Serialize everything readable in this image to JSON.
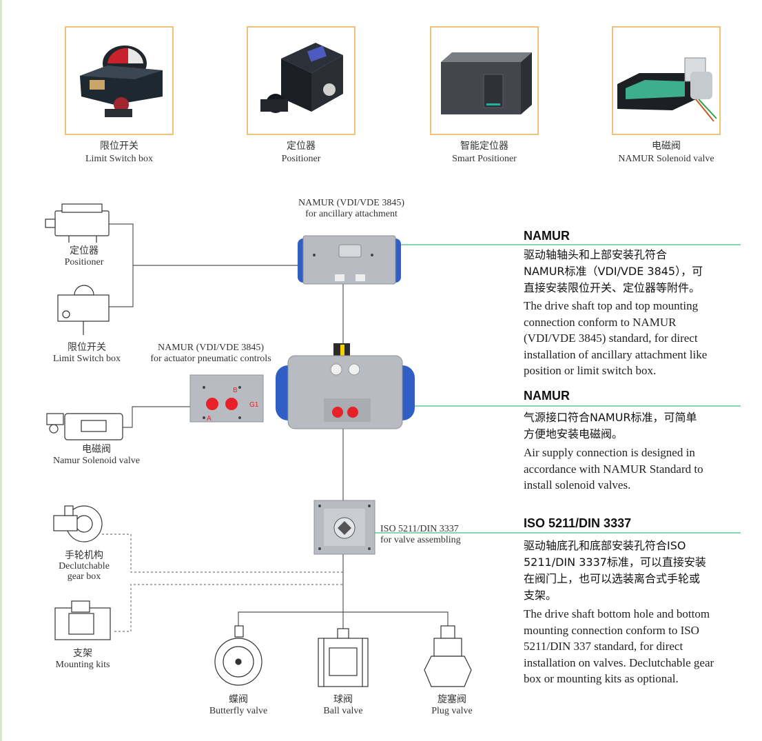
{
  "products": [
    {
      "cn": "限位开关",
      "en": "Limit Switch box",
      "icon": "limit-switch-box-photo"
    },
    {
      "cn": "定位器",
      "en": "Positioner",
      "icon": "positioner-photo"
    },
    {
      "cn": "智能定位器",
      "en": "Smart Positioner",
      "icon": "smart-positioner-photo"
    },
    {
      "cn": "电磁阀",
      "en": "NAMUR Solenoid valve",
      "icon": "solenoid-valve-photo"
    }
  ],
  "diagram": {
    "top_namur": {
      "line1": "NAMUR (VDI/VDE 3845)",
      "line2": "for ancillary attachment"
    },
    "mid_namur": {
      "line1": "NAMUR (VDI/VDE 3845)",
      "line2": "for actuator pneumatic controls"
    },
    "iso": {
      "line1": "ISO 5211/DIN 3337",
      "line2": "for valve assembling"
    },
    "positioner": {
      "cn": "定位器",
      "en": "Positioner"
    },
    "limit_switch": {
      "cn": "限位开关",
      "en": "Limit Switch box"
    },
    "solenoid": {
      "cn": "电磁阀",
      "en": "Namur Solenoid valve"
    },
    "gearbox": {
      "cn": "手轮机构",
      "en1": "Declutchable",
      "en2": "gear box"
    },
    "mounting": {
      "cn": "支架",
      "en": "Mounting kits"
    },
    "butterfly": {
      "cn": "蝶阀",
      "en": "Butterfly valve"
    },
    "ball": {
      "cn": "球阀",
      "en": "Ball valve"
    },
    "plug": {
      "cn": "旋塞阀",
      "en": "Plug valve"
    },
    "port_labels": {
      "b": "B",
      "g1": "G1",
      "a": "A"
    }
  },
  "sections": [
    {
      "title": "NAMUR",
      "cn": [
        "驱动轴轴头和上部安装孔符合",
        "NAMUR标准（VDI/VDE 3845），可",
        "直接安装限位开关、定位器等附件。"
      ],
      "en": [
        "The drive shaft top and top mounting",
        "connection conform to NAMUR",
        "(VDI/VDE 3845) standard, for direct",
        "installation of ancillary attachment like",
        "position or limit switch box."
      ]
    },
    {
      "title": "NAMUR",
      "cn": [
        "气源接口符合NAMUR标准，可简单",
        "方便地安装电磁阀。"
      ],
      "en": [
        "Air supply connection is designed in",
        "accordance with NAMUR Standard to",
        "install solenoid valves."
      ]
    },
    {
      "title": "ISO 5211/DIN 3337",
      "cn": [
        "驱动轴底孔和底部安装孔符合ISO",
        "5211/DIN 3337标准，可以直接安装",
        "在阀门上，也可以选装离合式手轮或",
        "支架。"
      ],
      "en": [
        "The drive shaft bottom hole and bottom",
        "mounting connection conform to ISO",
        "5211/DIN 337 standard, for direct",
        "installation on valves. Declutchable gear",
        "box or mounting kits as optional."
      ]
    }
  ],
  "colors": {
    "accent_line": "#3cc07a",
    "product_border": "#f0c27a",
    "actuator_blue": "#2f5fc4",
    "port_red": "#e82028",
    "actuator_grey": "#b8bcc2"
  }
}
